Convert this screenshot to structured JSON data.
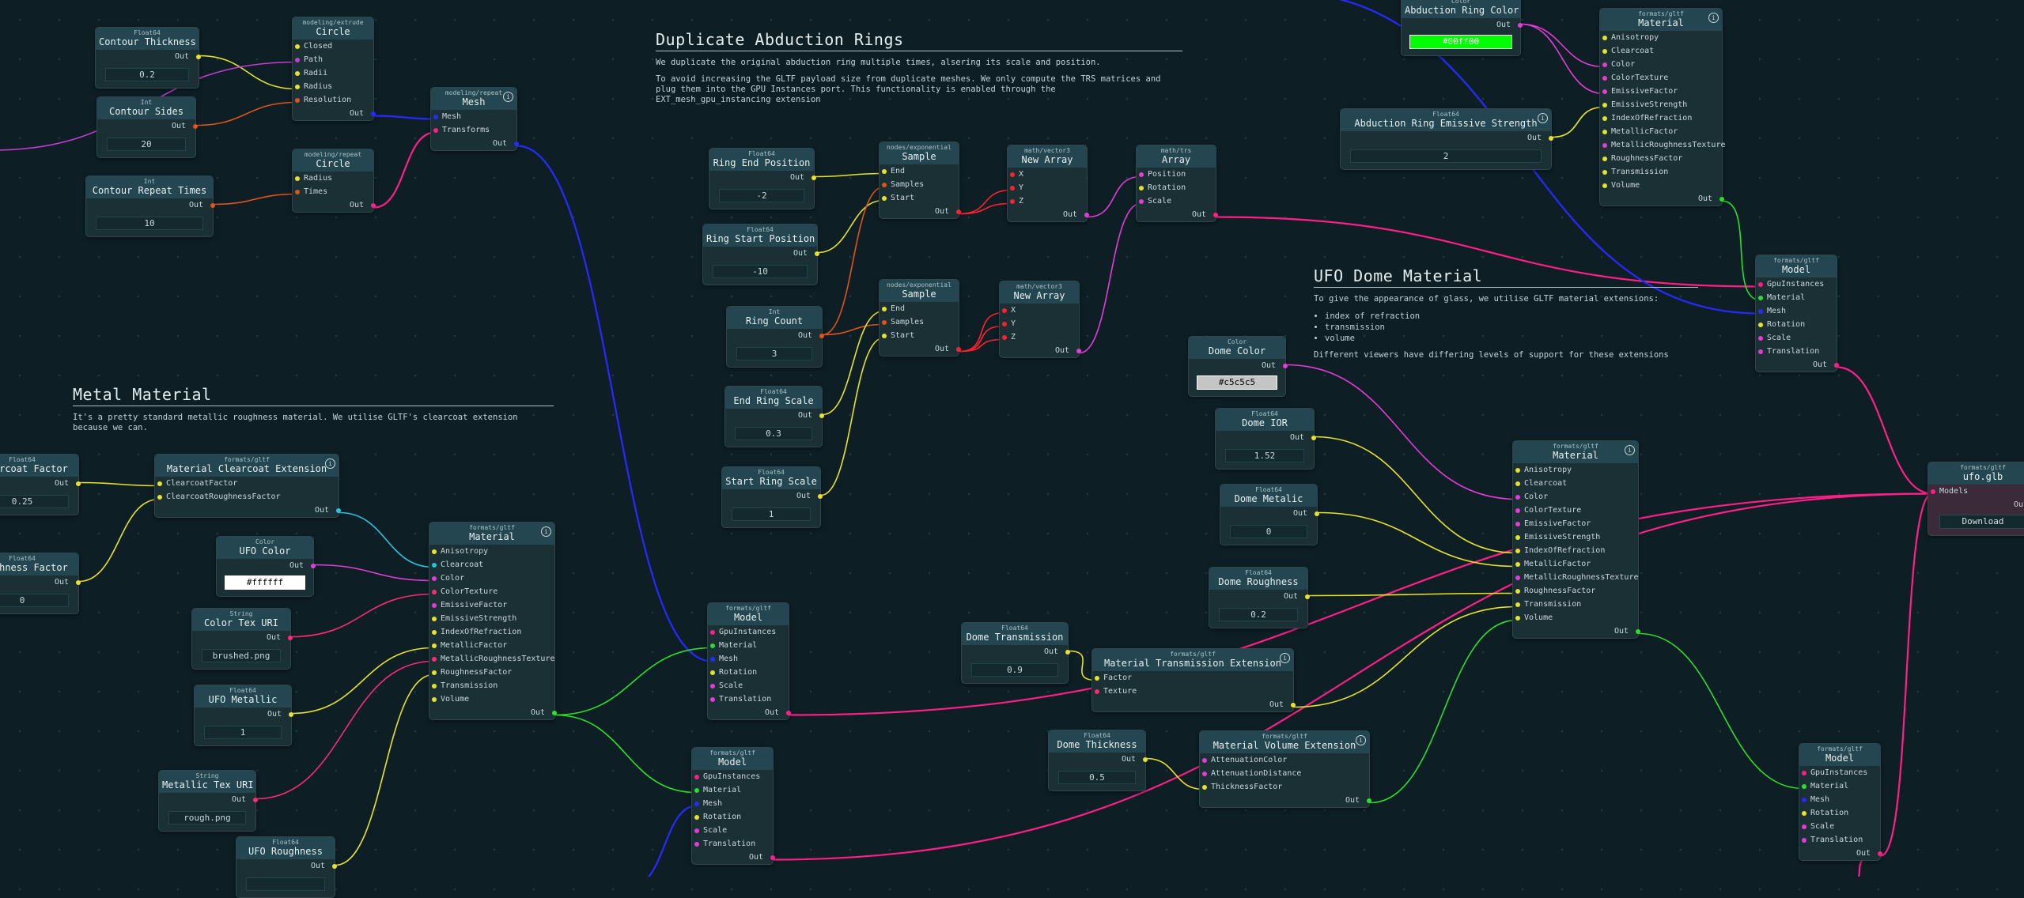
{
  "colors": {
    "number": "#e8e22a",
    "int": "#e0531a",
    "color": "#e53bd7",
    "string": "#ff2a78",
    "model": "#ff1f86",
    "material": "#2be02b",
    "mesh": "#2929ff",
    "path": "#c33dd2",
    "clearcoat_ext": "#27c4e0",
    "vector": "#ff2030"
  },
  "annotations": {
    "rings": {
      "title": "Duplicate Abduction Rings",
      "p1": "We duplicate the original abduction ring multiple times, alsering its scale and position.",
      "p2": "To avoid increasing the GLTF payload size from duplicate meshes. We only compute the TRS matrices and plug them into the GPU Instances port. This functionality is enabled through the EXT_mesh_gpu_instancing extension"
    },
    "metal": {
      "title": "Metal Material",
      "p1": "It's a pretty standard metallic roughness material. We utilise GLTF's clearcoat extension because we can."
    },
    "dome": {
      "title": "UFO Dome Material",
      "p1": "To give the appearance of glass, we utilise GLTF material extensions:",
      "bullets": [
        "index of refraction",
        "transmission",
        "volume"
      ],
      "p2": "Different viewers have differing levels of support for these extensions"
    }
  },
  "nodes": {
    "contour_thickness": {
      "cat": "Float64",
      "title": "Contour Thickness",
      "out": "Out",
      "value": "0.2"
    },
    "contour_sides": {
      "cat": "Int",
      "title": "Contour Sides",
      "out": "Out",
      "value": "20"
    },
    "contour_repeat": {
      "cat": "Int",
      "title": "Contour Repeat Times",
      "out": "Out",
      "value": "10"
    },
    "circle_stroke": {
      "cat": "modeling/extrude",
      "title": "Circle",
      "inputs": [
        "Closed",
        "Path",
        "Radii",
        "Radius",
        "Resolution"
      ],
      "out": "Out"
    },
    "circle_repeat": {
      "cat": "modeling/repeat",
      "title": "Circle",
      "inputs": [
        "Radius",
        "Times"
      ],
      "out": "Out"
    },
    "mesh_repeat": {
      "cat": "modeling/repeat",
      "title": "Mesh",
      "inputs": [
        "Mesh",
        "Transforms"
      ],
      "out": "Out"
    },
    "ring_end_pos": {
      "cat": "Float64",
      "title": "Ring End Position",
      "out": "Out",
      "value": "-2"
    },
    "ring_start_pos": {
      "cat": "Float64",
      "title": "Ring Start Position",
      "out": "Out",
      "value": "-10"
    },
    "ring_count": {
      "cat": "Int",
      "title": "Ring Count",
      "out": "Out",
      "value": "3"
    },
    "end_ring_scale": {
      "cat": "Float64",
      "title": "End Ring Scale",
      "out": "Out",
      "value": "0.3"
    },
    "start_ring_scale": {
      "cat": "Float64",
      "title": "Start Ring Scale",
      "out": "Out",
      "value": "1"
    },
    "sample_pos": {
      "cat": "nodes/exponential",
      "title": "Sample",
      "inputs": [
        "End",
        "Samples",
        "Start"
      ],
      "out": "Out"
    },
    "sample_scale": {
      "cat": "nodes/exponential",
      "title": "Sample",
      "inputs": [
        "End",
        "Samples",
        "Start"
      ],
      "out": "Out"
    },
    "new_array_pos": {
      "cat": "math/vector3",
      "title": "New Array",
      "inputs": [
        "X",
        "Y",
        "Z"
      ],
      "out": "Out"
    },
    "new_array_scale": {
      "cat": "math/vector3",
      "title": "New Array",
      "inputs": [
        "X",
        "Y",
        "Z"
      ],
      "out": "Out"
    },
    "trs_array": {
      "cat": "math/trs",
      "title": "Array",
      "inputs": [
        "Position",
        "Rotation",
        "Scale"
      ],
      "out": "Out"
    },
    "ring_color": {
      "cat": "Color",
      "title": "Abduction Ring Color",
      "out": "Out",
      "value": "#00ff00"
    },
    "ring_emissive": {
      "cat": "Float64",
      "title": "Abduction Ring Emissive Strength",
      "out": "Out",
      "value": "2"
    },
    "ring_material": {
      "cat": "formats/gltf",
      "title": "Material",
      "inputs": [
        "Anisotropy",
        "Clearcoat",
        "Color",
        "ColorTexture",
        "EmissiveFactor",
        "EmissiveStrength",
        "IndexOfRefraction",
        "MetallicFactor",
        "MetallicRoughnessTexture",
        "RoughnessFactor",
        "Transmission",
        "Volume"
      ],
      "out": "Out"
    },
    "ring_model": {
      "cat": "formats/gltf",
      "title": "Model",
      "inputs": [
        "GpuInstances",
        "Material",
        "Mesh",
        "Rotation",
        "Scale",
        "Translation"
      ],
      "out": "Out"
    },
    "clearcoat_factor": {
      "cat": "Float64",
      "title": "Clearcoat Factor",
      "out": "Out",
      "value": "0.25"
    },
    "roughness_factor_cc": {
      "cat": "Float64",
      "title": "Roughness Factor",
      "out": "Out",
      "value": "0"
    },
    "clearcoat_ext": {
      "cat": "formats/gltf",
      "title": "Material Clearcoat Extension",
      "inputs": [
        "ClearcoatFactor",
        "ClearcoatRoughnessFactor"
      ],
      "out": "Out"
    },
    "ufo_color": {
      "cat": "Color",
      "title": "UFO Color",
      "out": "Out",
      "value": "#ffffff"
    },
    "color_tex_uri": {
      "cat": "String",
      "title": "Color Tex URI",
      "out": "Out",
      "value": "brushed.png"
    },
    "ufo_metallic": {
      "cat": "Float64",
      "title": "UFO Metallic",
      "out": "Out",
      "value": "1"
    },
    "metallic_tex_uri": {
      "cat": "String",
      "title": "Metallic Tex URI",
      "out": "Out",
      "value": "rough.png"
    },
    "ufo_roughness": {
      "cat": "Float64",
      "title": "UFO Roughness",
      "out": "Out",
      "value": ""
    },
    "metal_material": {
      "cat": "formats/gltf",
      "title": "Material",
      "inputs": [
        "Anisotropy",
        "Clearcoat",
        "Color",
        "ColorTexture",
        "EmissiveFactor",
        "EmissiveStrength",
        "IndexOfRefraction",
        "MetallicFactor",
        "MetallicRoughnessTexture",
        "RoughnessFactor",
        "Transmission",
        "Volume"
      ],
      "out": "Out"
    },
    "metal_model_a": {
      "cat": "formats/gltf",
      "title": "Model",
      "inputs": [
        "GpuInstances",
        "Material",
        "Mesh",
        "Rotation",
        "Scale",
        "Translation"
      ],
      "out": "Out"
    },
    "metal_model_b": {
      "cat": "formats/gltf",
      "title": "Model",
      "inputs": [
        "GpuInstances",
        "Material",
        "Mesh",
        "Rotation",
        "Scale",
        "Translation"
      ],
      "out": "Out"
    },
    "dome_color": {
      "cat": "Color",
      "title": "Dome Color",
      "out": "Out",
      "value": "#c5c5c5"
    },
    "dome_ior": {
      "cat": "Float64",
      "title": "Dome IOR",
      "out": "Out",
      "value": "1.52"
    },
    "dome_metalic": {
      "cat": "Float64",
      "title": "Dome Metalic",
      "out": "Out",
      "value": "0"
    },
    "dome_roughness": {
      "cat": "Float64",
      "title": "Dome Roughness",
      "out": "Out",
      "value": "0.2"
    },
    "dome_transmission": {
      "cat": "Float64",
      "title": "Dome Transmission",
      "out": "Out",
      "value": "0.9"
    },
    "dome_thickness": {
      "cat": "Float64",
      "title": "Dome Thickness",
      "out": "Out",
      "value": "0.5"
    },
    "transmission_ext": {
      "cat": "formats/gltf",
      "title": "Material Transmission Extension",
      "inputs": [
        "Factor",
        "Texture"
      ],
      "out": "Out"
    },
    "volume_ext": {
      "cat": "formats/gltf",
      "title": "Material Volume Extension",
      "inputs": [
        "AttenuationColor",
        "AttenuationDistance",
        "ThicknessFactor"
      ],
      "out": "Out"
    },
    "dome_material": {
      "cat": "formats/gltf",
      "title": "Material",
      "inputs": [
        "Anisotropy",
        "Clearcoat",
        "Color",
        "ColorTexture",
        "EmissiveFactor",
        "EmissiveStrength",
        "IndexOfRefraction",
        "MetallicFactor",
        "MetallicRoughnessTexture",
        "RoughnessFactor",
        "Transmission",
        "Volume"
      ],
      "out": "Out"
    },
    "dome_model": {
      "cat": "formats/gltf",
      "title": "Model",
      "inputs": [
        "GpuInstances",
        "Material",
        "Mesh",
        "Rotation",
        "Scale",
        "Translation"
      ],
      "out": "Out"
    },
    "ufo_glb": {
      "cat": "formats/gltf",
      "title": "ufo.glb",
      "inputs": [
        "Models"
      ],
      "out": "Out",
      "button": "Download"
    }
  }
}
